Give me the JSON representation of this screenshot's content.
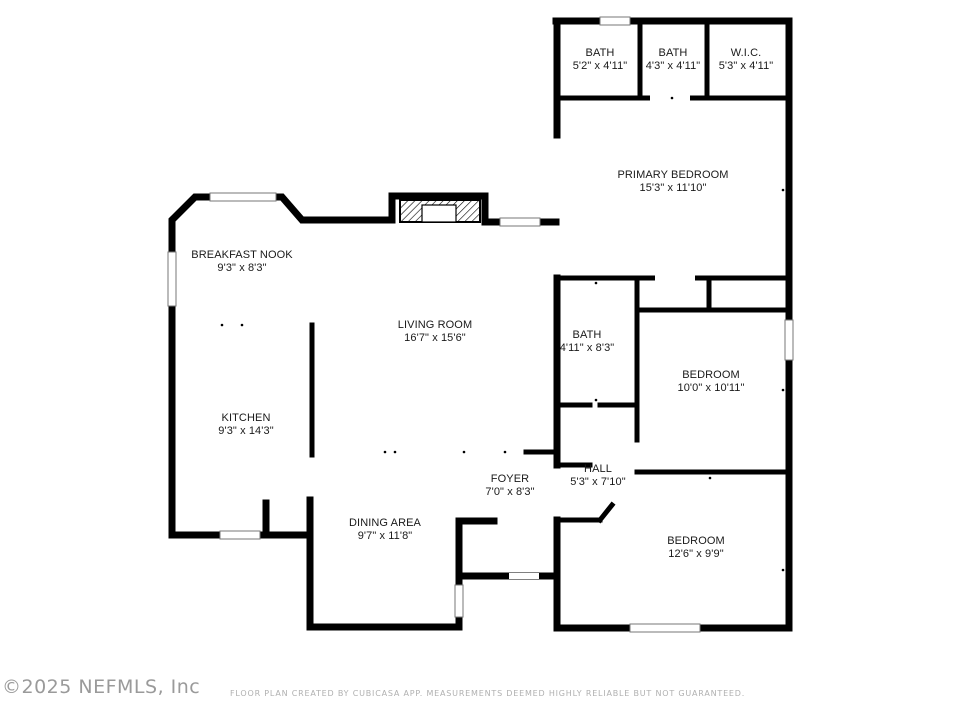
{
  "rooms": {
    "bath1": {
      "name": "BATH",
      "dim": "5'2\" x 4'11\""
    },
    "bath2": {
      "name": "BATH",
      "dim": "4'3\" x 4'11\""
    },
    "wic": {
      "name": "W.I.C.",
      "dim": "5'3\" x 4'11\""
    },
    "primary": {
      "name": "PRIMARY BEDROOM",
      "dim": "15'3\" x 11'10\""
    },
    "nook": {
      "name": "BREAKFAST NOOK",
      "dim": "9'3\" x 8'3\""
    },
    "living": {
      "name": "LIVING ROOM",
      "dim": "16'7\" x 15'6\""
    },
    "bath3": {
      "name": "BATH",
      "dim": "4'11\" x 8'3\""
    },
    "bedroom1": {
      "name": "BEDROOM",
      "dim": "10'0\" x 10'11\""
    },
    "kitchen": {
      "name": "KITCHEN",
      "dim": "9'3\" x 14'3\""
    },
    "foyer": {
      "name": "FOYER",
      "dim": "7'0\" x 8'3\""
    },
    "hall": {
      "name": "HALL",
      "dim": "5'3\" x 7'10\""
    },
    "dining": {
      "name": "DINING AREA",
      "dim": "9'7\" x 11'8\""
    },
    "bedroom2": {
      "name": "BEDROOM",
      "dim": "12'6\" x 9'9\""
    }
  },
  "footer": {
    "copyright": "©2025 NEFMLS, Inc",
    "disclaimer": "FLOOR PLAN CREATED BY CUBICASA APP. MEASUREMENTS DEEMED HIGHLY RELIABLE BUT NOT GUARANTEED."
  },
  "colors": {
    "wall": "#000000",
    "window": "#ffffff",
    "label": "#1a1a1a"
  }
}
